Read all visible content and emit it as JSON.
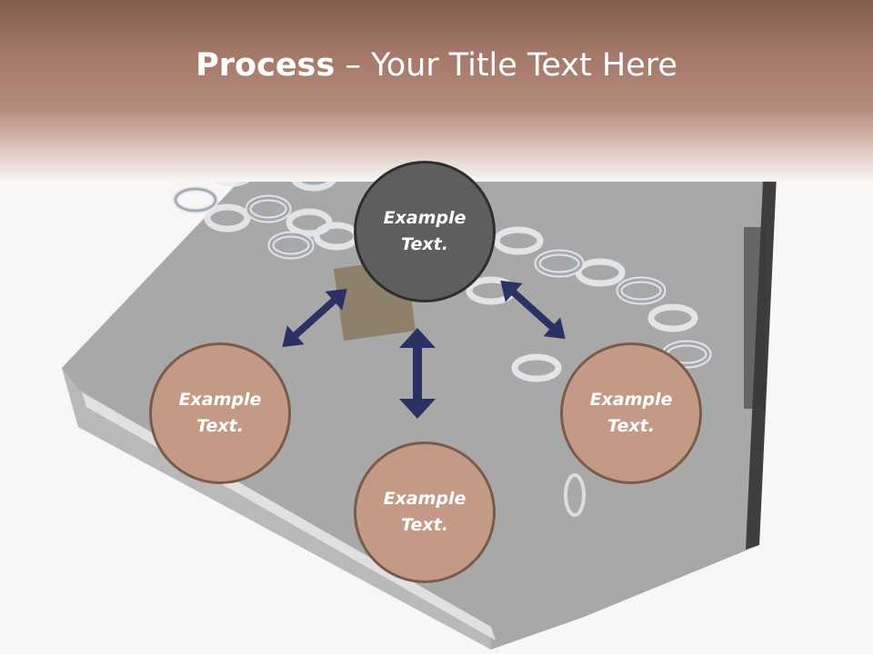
{
  "slide": {
    "title_bold": "Process",
    "title_rest": " – Your Title Text Here"
  },
  "nodes": {
    "top": {
      "line1": "Example",
      "line2": "Text."
    },
    "left": {
      "line1": "Example",
      "line2": "Text."
    },
    "right": {
      "line1": "Example",
      "line2": "Text."
    },
    "bottom": {
      "line1": "Example",
      "line2": "Text."
    }
  },
  "colors": {
    "header": "#a5786a",
    "dark_node": "#5e5e5e",
    "tan_node": "#c49a86",
    "arrow": "#2b3163"
  }
}
